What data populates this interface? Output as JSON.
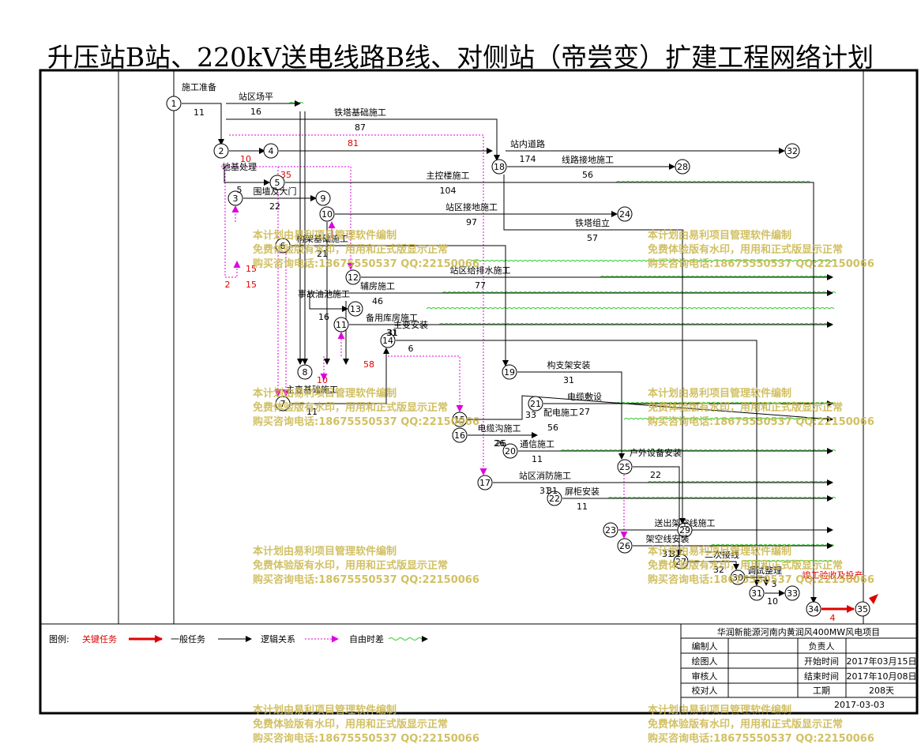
{
  "title": "升压站B站、220kV送电线路B线、对侧站（帝尝变）扩建工程网络计划",
  "nodes": [
    "1",
    "2",
    "3",
    "4",
    "5",
    "6",
    "7",
    "8",
    "9",
    "10",
    "11",
    "12",
    "13",
    "14",
    "15",
    "16",
    "17",
    "18",
    "19",
    "20",
    "21",
    "22",
    "23",
    "24",
    "25",
    "26",
    "27",
    "28",
    "29",
    "30",
    "31",
    "32",
    "33",
    "34",
    "35"
  ],
  "tasks": [
    {
      "name": "施工准备",
      "duration": "11"
    },
    {
      "name": "站区场平",
      "duration": "16"
    },
    {
      "name": "铁塔基础施工",
      "duration": "87"
    },
    {
      "name": "站内道路",
      "duration": "174"
    },
    {
      "name": "线路接地施工",
      "duration": "56"
    },
    {
      "name": "地基处理",
      "duration": "5"
    },
    {
      "name": "主控楼施工",
      "duration": "104"
    },
    {
      "name": "围墙及大门",
      "duration": "22"
    },
    {
      "name": "站区接地施工",
      "duration": "97"
    },
    {
      "name": "铁塔组立",
      "duration": "57"
    },
    {
      "name": "构架基础施工",
      "duration": "21"
    },
    {
      "name": "站区给排水施工",
      "duration": "77"
    },
    {
      "name": "辅房施工",
      "duration": "46"
    },
    {
      "name": "事故油池施工",
      "duration": "16"
    },
    {
      "name": "备用库房施工",
      "duration": "31"
    },
    {
      "name": "主变安装",
      "duration": "6"
    },
    {
      "name": "构支架安装",
      "duration": "31"
    },
    {
      "name": "主变基础施工",
      "duration": "11"
    },
    {
      "name": "电缆敷设",
      "duration": "27"
    },
    {
      "name": "配电施工",
      "duration": "56"
    },
    {
      "name": "电缆沟施工",
      "duration": "26"
    },
    {
      "name": "通信施工",
      "duration": "11"
    },
    {
      "name": "户外设备安装",
      "duration": "22"
    },
    {
      "name": "站区消防施工",
      "duration": "31"
    },
    {
      "name": "屏柜安装",
      "duration": "11"
    },
    {
      "name": "送出架空线施工",
      "duration": ""
    },
    {
      "name": "架空线安装",
      "duration": "31"
    },
    {
      "name": "二次接线",
      "duration": "32"
    },
    {
      "name": "调试整理",
      "duration": "10"
    },
    {
      "name": "竣工验收及投产",
      "duration": "4"
    }
  ],
  "float_labels": [
    "81",
    "10",
    "35",
    "15",
    "15",
    "2",
    "58",
    "10"
  ],
  "extra_numbers": [
    "33",
    "31",
    "26",
    "31",
    "31",
    "3"
  ],
  "watermark": {
    "line1": "本计划由易利项目管理软件编制",
    "line2": "免费体验版有水印，用用和正式版显示正常",
    "line3": "购买咨询电话:18675550537 QQ:22150066"
  },
  "legend": {
    "label": "图例:",
    "critical": "关键任务",
    "general": "一般任务",
    "logic": "逻辑关系",
    "float": "自由时差"
  },
  "title_block": {
    "project": "华润新能源河南内黄润风400MW风电项目",
    "editor_label": "编制人",
    "owner_label": "负责人",
    "drawer_label": "绘图人",
    "start_label": "开始时间",
    "start_value": "2017年03月15日",
    "reviewer_label": "审核人",
    "end_label": "结束时间",
    "end_value": "2017年10月08日",
    "checker_label": "校对人",
    "duration_label": "工期",
    "duration_value": "208天",
    "date": "2017-03-03"
  },
  "colors": {
    "critical": "#e00000",
    "general": "#000000",
    "float": "#e000e0",
    "slack": "#33cc33",
    "watermark": "#c9b64a"
  }
}
